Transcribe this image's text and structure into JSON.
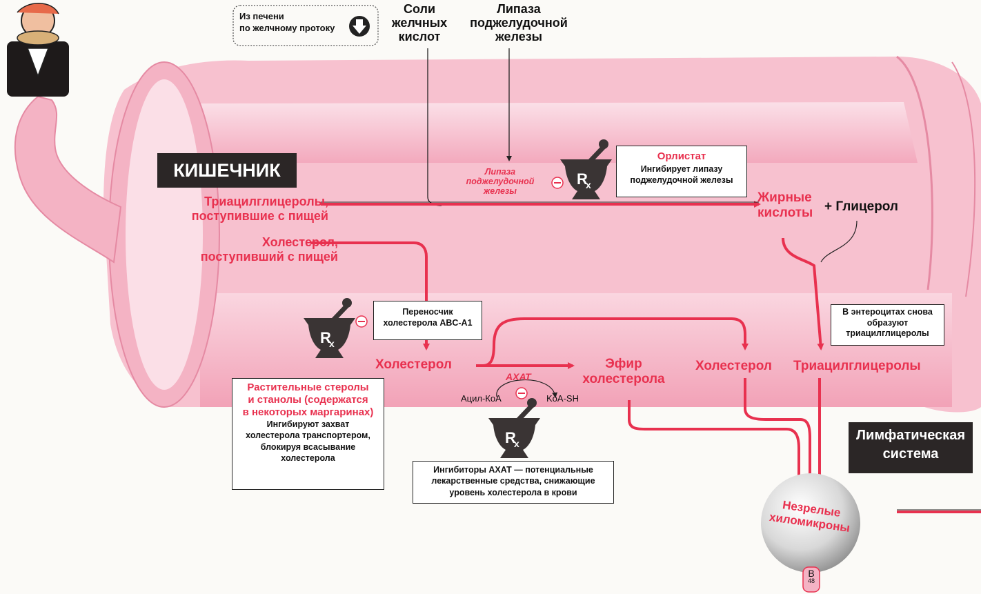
{
  "colors": {
    "intestine_pink": "#f6b8c8",
    "arrow_red": "#e8314f",
    "dark": "#2b2626"
  },
  "top_note": {
    "line1": "Из печени",
    "line2": "по желчному протоку"
  },
  "bile_salts": {
    "line1": "Соли",
    "line2": "желчных",
    "line3": "кислот"
  },
  "pancreatic_lipase": {
    "line1": "Липаза",
    "line2": "поджелудочной",
    "line3": "железы"
  },
  "intestine_label": "КИШЕЧНИК",
  "dietary_tag": {
    "line1": "Триацилглицеролы,",
    "line2": "поступившие с пищей"
  },
  "dietary_chol": {
    "line1": "Холестерол,",
    "line2": "поступивший с пищей"
  },
  "lipase_italic": {
    "line1": "Липаза",
    "line2": "поджелудочной",
    "line3": "железы"
  },
  "orlistat": {
    "title": "Орлистат",
    "line1": "Ингибирует липазу",
    "line2": "поджелудочной железы"
  },
  "fatty_acids": {
    "line1": "Жирные",
    "line2": "кислоты"
  },
  "plus_glycerol": "+ Глицерол",
  "transporter": {
    "line1": "Переносчик",
    "line2": "холестерола ABC-A1"
  },
  "cholesterol_mid": "Холестерол",
  "ester": {
    "line1": "Эфир",
    "line2": "холестерола"
  },
  "acat": "АХАТ",
  "acyl_coa": "Ацил-КоА",
  "koa_sh": "KoA-SH",
  "enterocytes": {
    "line1": "В энтероцитах снова",
    "line2": "образуют",
    "line3": "триацилглицеролы"
  },
  "right_pair": {
    "chol": "Холестерол",
    "tag": "Триацилглицеролы"
  },
  "plant_sterols": {
    "line1": "Растительные стеролы",
    "line2": "и станолы (содержатся",
    "line3": "в некоторых маргаринах)",
    "line4": "Ингибируют захват",
    "line5": "холестерола транспортером,",
    "line6": "блокируя всасывание",
    "line7": "холестерола"
  },
  "acat_inhibitors": {
    "line1": "Ингибиторы АХАТ — потенциальные",
    "line2": "лекарственные средства, снижающие",
    "line3": "уровень холестерола в крови"
  },
  "lymph": {
    "line1": "Лимфатическая",
    "line2": "система"
  },
  "chylomicron": {
    "line1": "Незрелые",
    "line2": "хиломикроны"
  },
  "apo_tag": {
    "letter": "B",
    "number": "48"
  },
  "icons": [
    "person-eating-icon",
    "stomach-icon",
    "mortar-pestle-rx-icon",
    "minus-circle-icon",
    "down-arrow-circle-icon"
  ]
}
